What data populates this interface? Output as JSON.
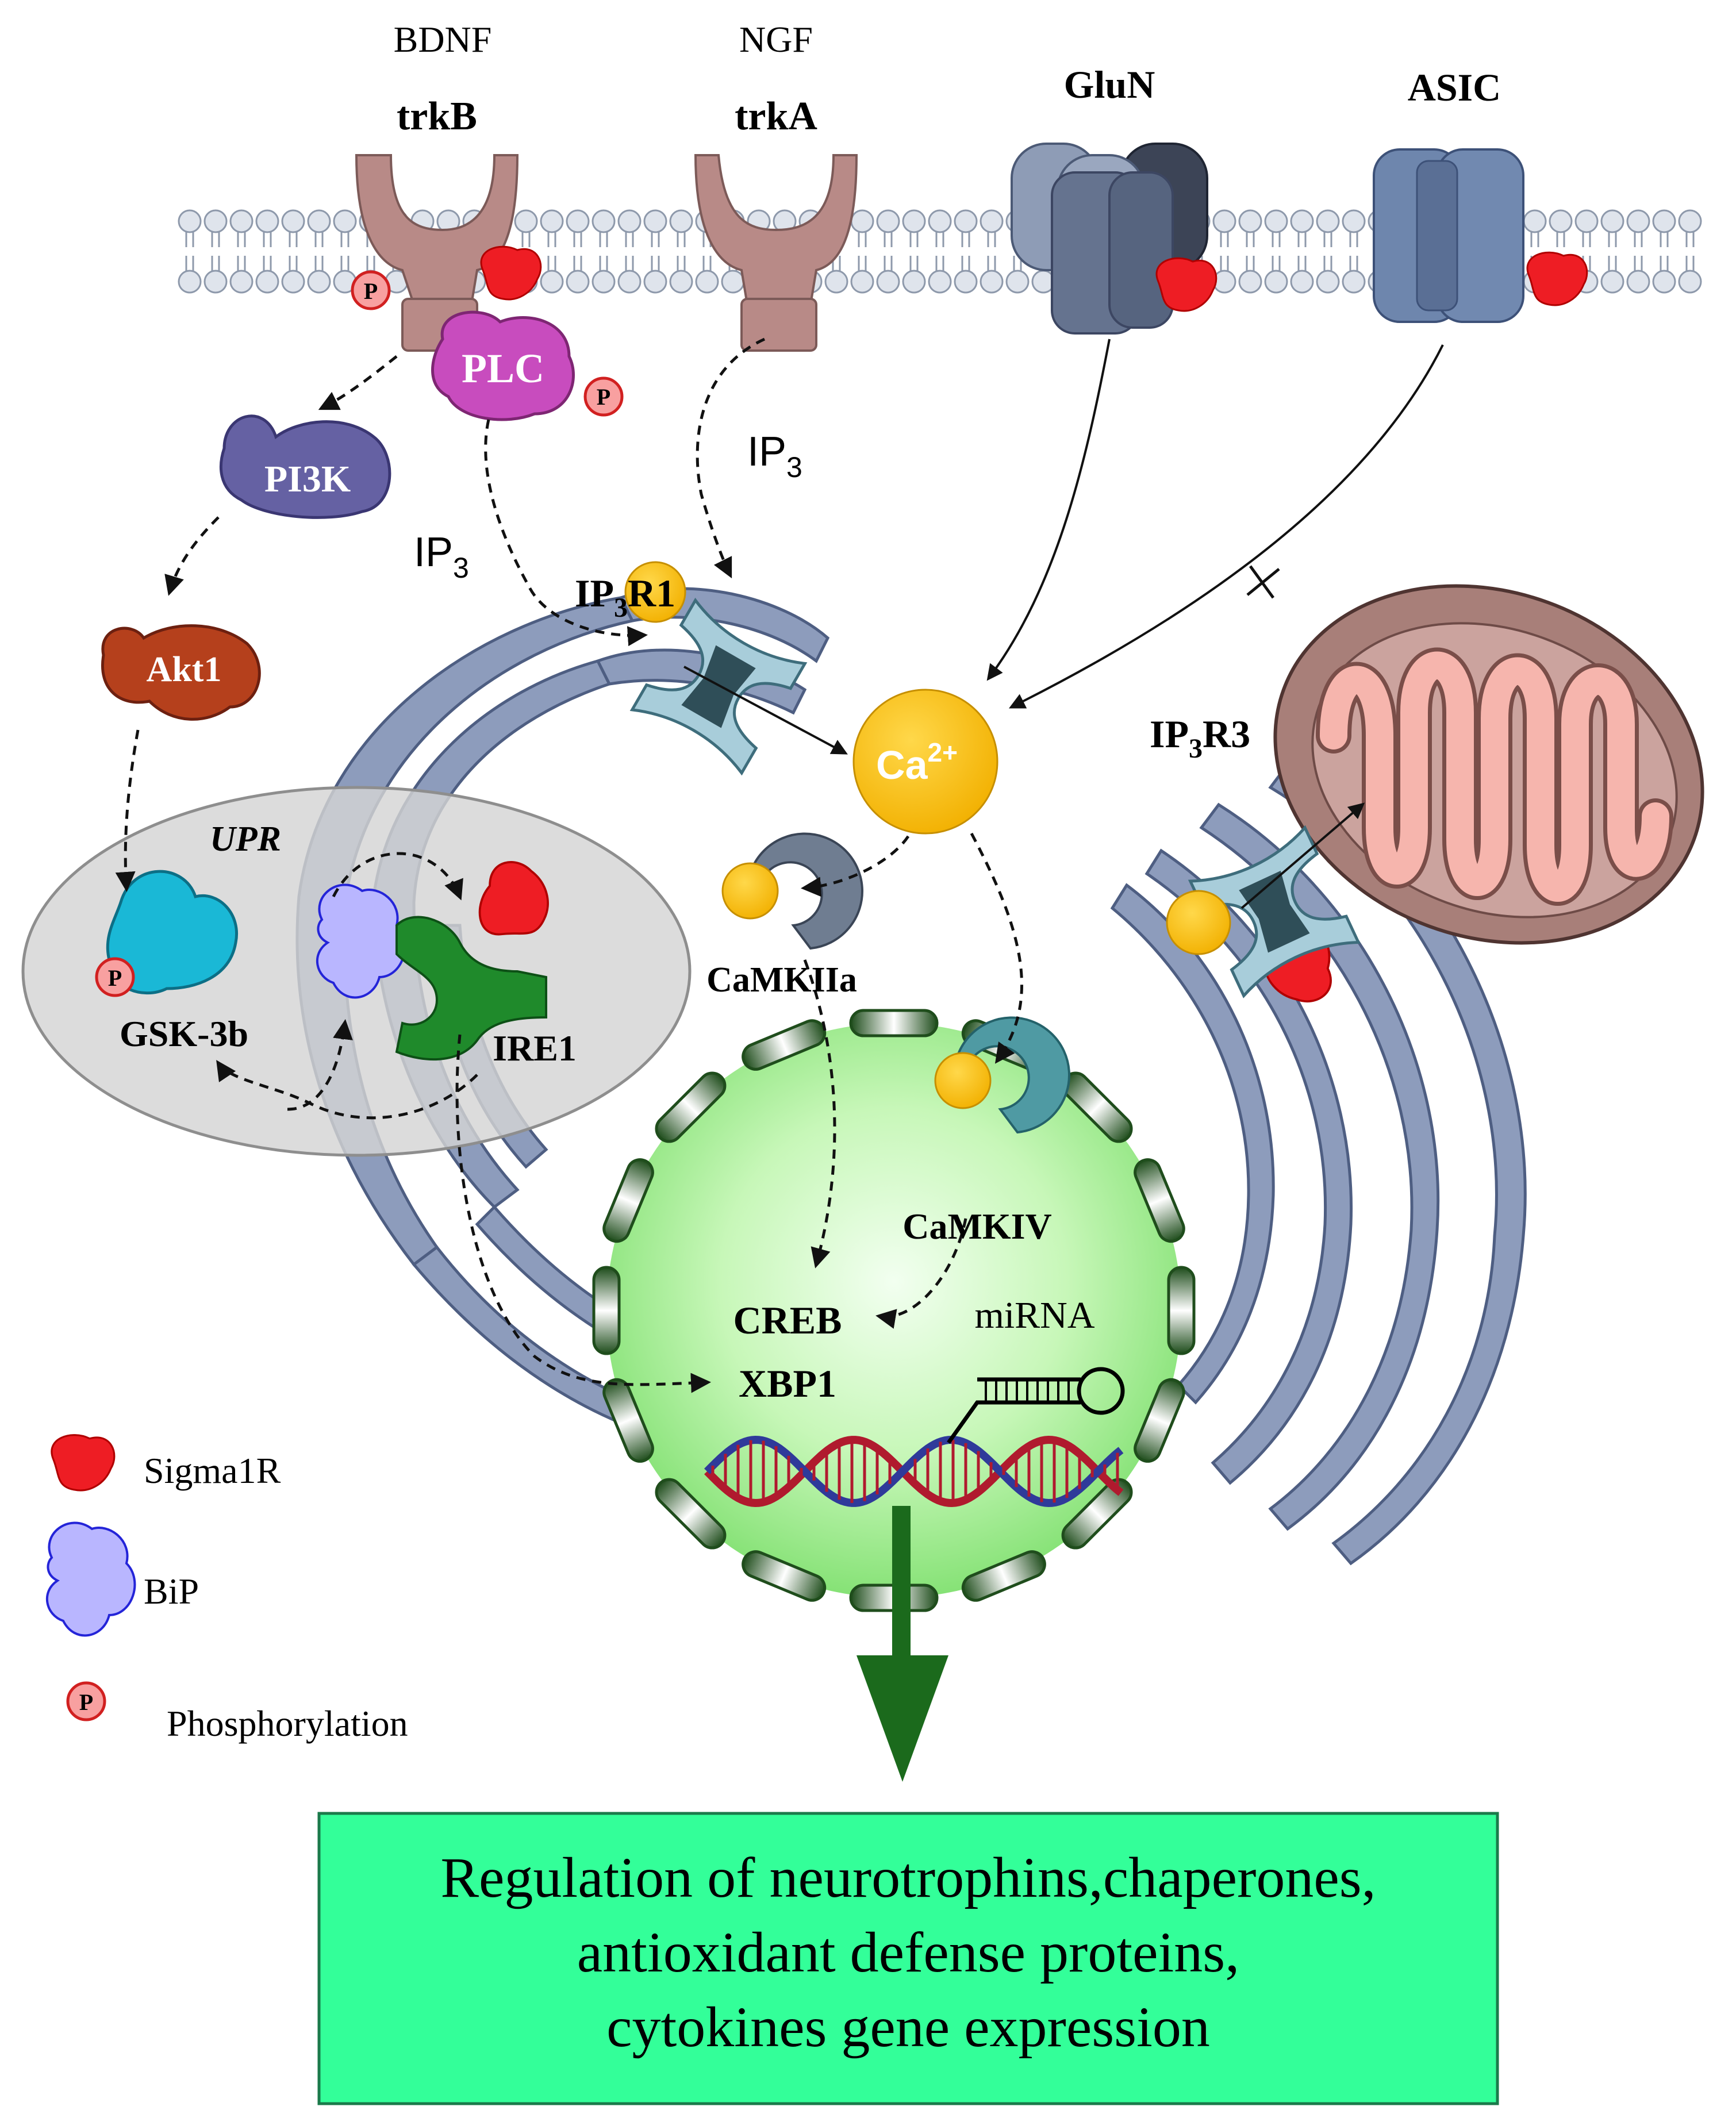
{
  "receptors": {
    "bdnf": "BDNF",
    "trkb": "trkB",
    "ngf": "NGF",
    "trka": "trkA",
    "glun": "GluN",
    "asic": "ASIC"
  },
  "proteins": {
    "plc": "PLC",
    "pi3k": "PI3K",
    "akt1": "Akt1",
    "gsk3b": "GSK-3b",
    "upr": "UPR",
    "ire1": "IRE1",
    "camkiia": "CaMKIIa",
    "camkiv": "CaMKIV",
    "creb": "CREB",
    "xbp1": "XBP1",
    "mirna": "miRNA"
  },
  "messengers": {
    "ip3_main": "IP",
    "ip3_sub": "3",
    "ip3r1_main": "IP",
    "ip3r1_sub": "3",
    "ip3r1_suffix": "R1",
    "ip3r3_main": "IP",
    "ip3r3_sub": "3",
    "ip3r3_suffix": "R3",
    "ca_main": "Ca",
    "ca_sup": "2+",
    "p": "P"
  },
  "legend": {
    "sigma1r": "Sigma1R",
    "bip": "BiP",
    "phosphorylation": "Phosphorylation"
  },
  "outcome": {
    "line1": "Regulation of neurotrophins,chaperones,",
    "line2": "antioxidant defense proteins,",
    "line3": "cytokines gene expression"
  },
  "colors": {
    "membrane": "#c6cdd9",
    "er": "#8d9cbc",
    "trk": "#b88a87",
    "sigma1r": "#ee1d24",
    "plc": "#c84cbe",
    "pi3k": "#6561a3",
    "akt1": "#b5401c",
    "gsk3b": "#1ab8d6",
    "bip": "#b9b6ff",
    "ire1": "#1f8a2b",
    "calcium": "#f7be00",
    "nucleus": "#b7f5a6",
    "outcome_box": "#33ff99"
  }
}
